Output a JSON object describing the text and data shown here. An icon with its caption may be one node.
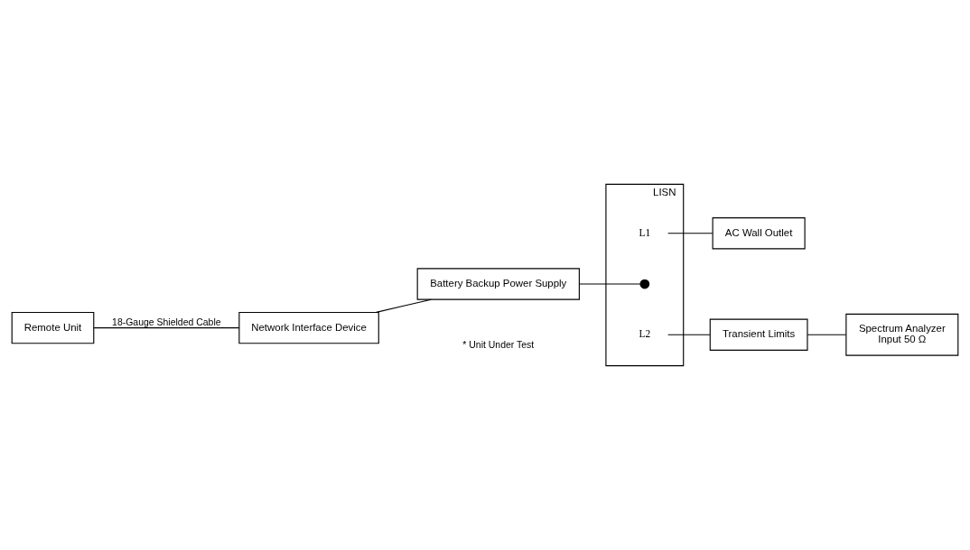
{
  "diagram": {
    "nodes": [
      {
        "text": [
          "Remote Unit"
        ]
      },
      {
        "text": [
          "Network Interface Device"
        ]
      },
      {
        "text": [
          "Battery Backup Power Supply"
        ]
      },
      {
        "text": [
          "LISN"
        ]
      },
      {
        "text": [
          "L1"
        ],
        "in": 3
      },
      {
        "text": [],
        "shape": "circle",
        "in": 3
      },
      {
        "text": [
          "L2"
        ],
        "in": 3
      },
      {
        "text": [
          "AC Wall Outlet"
        ]
      },
      {
        "text": [
          "Spectrum Analyzer",
          "Input 50 Ω"
        ]
      },
      {
        "text": [
          "Transient Limits"
        ]
      }
    ],
    "edges": [
      {
        "from": 0,
        "to": 1,
        "arrow": "none",
        "label": "18-Gauge Shielded Cable"
      },
      {
        "from": 1,
        "to": 2,
        "arrow": "none"
      },
      {
        "from": 2,
        "to": 5,
        "arrow": "none"
      },
      {
        "from": 4,
        "to": 7,
        "arrow": "none"
      },
      {
        "from": 6,
        "to": 9,
        "arrow": "none"
      },
      {
        "from": 9,
        "to": 8,
        "arrow": "none"
      }
    ],
    "labels": [
      "* Unit Under Test"
    ]
  }
}
